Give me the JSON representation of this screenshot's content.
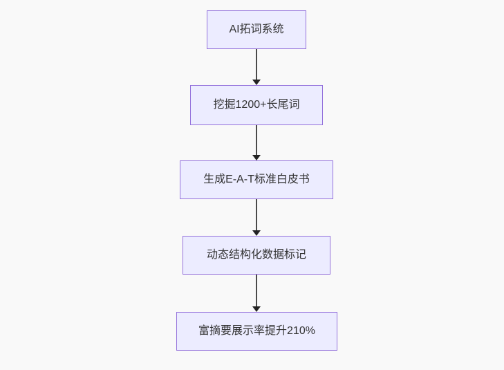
{
  "flowchart": {
    "type": "flowchart",
    "direction": "top-down",
    "nodes": [
      {
        "label": "AI拓词系统"
      },
      {
        "label": "挖掘1200+长尾词"
      },
      {
        "label": "生成E-A-T标准白皮书"
      },
      {
        "label": "动态结构化数据标记"
      },
      {
        "label": "富摘要展示率提升210%"
      }
    ],
    "edges": [
      {
        "from": 0,
        "to": 1,
        "style": "arrow-down"
      },
      {
        "from": 1,
        "to": 2,
        "style": "arrow-down"
      },
      {
        "from": 2,
        "to": 3,
        "style": "arrow-down"
      },
      {
        "from": 3,
        "to": 4,
        "style": "arrow-down"
      }
    ],
    "colors": {
      "node_fill": "#ECECFF",
      "node_border": "#9370DB",
      "text": "#333333",
      "arrow_line": "#4A4A4A",
      "arrowhead": "#222222",
      "background": "#F9F9F9"
    }
  }
}
